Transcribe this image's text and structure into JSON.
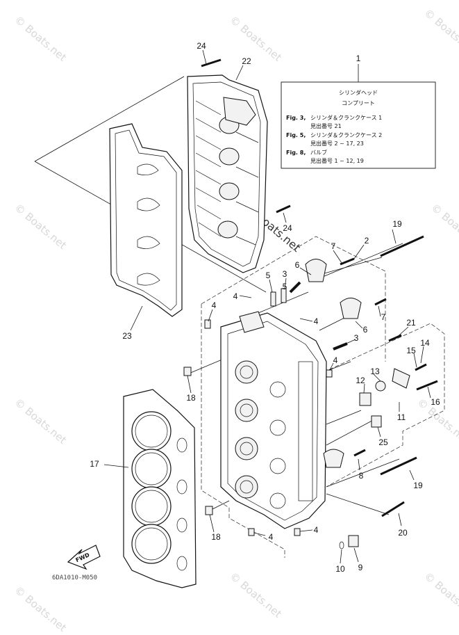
{
  "watermark": "© Boats.net",
  "callout": {
    "line1": "シリンダヘッド",
    "line2": "コンプリート",
    "refs": [
      {
        "fig": "Fig. 3,",
        "text": "シリンダ＆クランクケース 1",
        "sub": "見出番号 21"
      },
      {
        "fig": "Fig. 5,",
        "text": "シリンダ＆クランクケース 2",
        "sub": "見出番号 2 ~ 17, 23"
      },
      {
        "fig": "Fig. 8,",
        "text": "バルブ",
        "sub": "見出番号 1 ~ 12, 19"
      }
    ]
  },
  "fwd_label": "FWD",
  "drawing_code": "6DA1010-M050",
  "part_numbers": [
    "1",
    "2",
    "3",
    "3",
    "4",
    "4",
    "4",
    "4",
    "4",
    "4",
    "5",
    "5",
    "6",
    "6",
    "7",
    "7",
    "8",
    "9",
    "10",
    "11",
    "12",
    "13",
    "14",
    "15",
    "16",
    "17",
    "18",
    "18",
    "19",
    "19",
    "20",
    "21",
    "22",
    "23",
    "24",
    "24",
    "25"
  ]
}
